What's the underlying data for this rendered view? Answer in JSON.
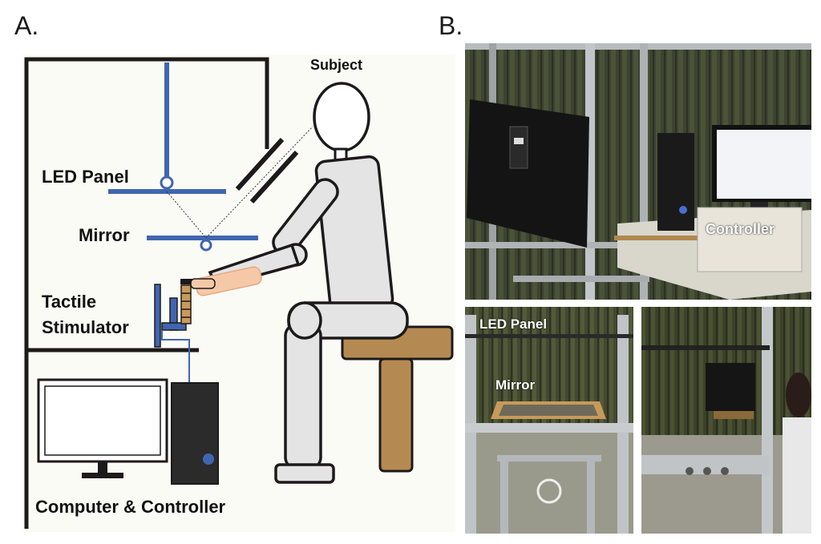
{
  "panels": {
    "a": {
      "letter": "A."
    },
    "b": {
      "letter": "B."
    }
  },
  "diagram_labels": {
    "subject": "Subject",
    "led_panel": "LED Panel",
    "mirror": "Mirror",
    "tactile_line1": "Tactile",
    "tactile_line2": "Stimulator",
    "computer": "Computer & Controller"
  },
  "photo_labels": {
    "controller": "Controller",
    "led_panel": "LED Panel",
    "mirror": "Mirror"
  },
  "colors": {
    "blue": "#4166b0",
    "frame": "#1c1a1a",
    "skin": "#f5c9a8",
    "stool": "#b58a52",
    "figure_fill": "#e4e4e4",
    "background": "#fbfbf6"
  }
}
